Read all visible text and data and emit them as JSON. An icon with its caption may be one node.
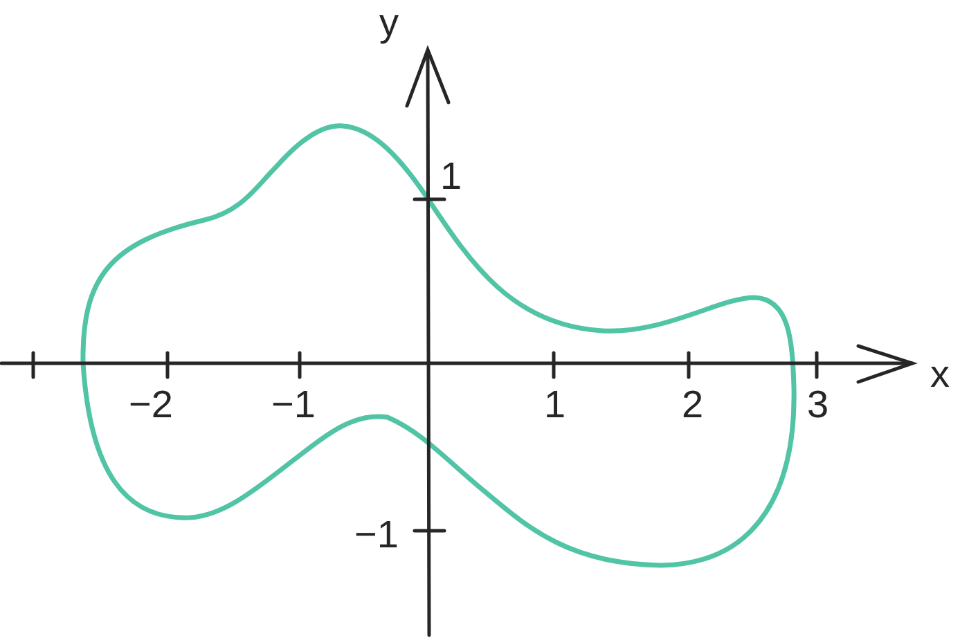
{
  "diagram": {
    "labels": [
      "y",
      "1",
      "−2",
      "−1",
      "1",
      "2",
      "3",
      "x",
      "−1"
    ]
  }
}
